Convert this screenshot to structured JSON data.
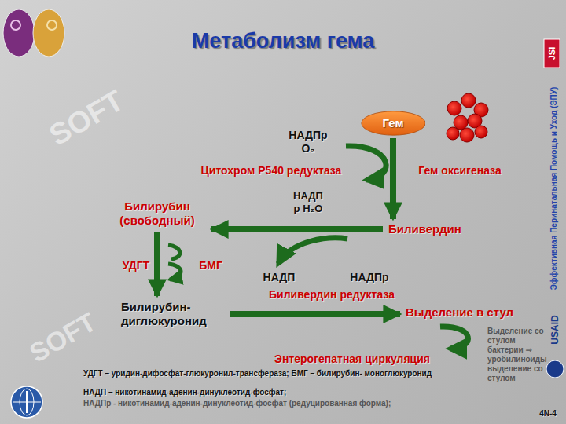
{
  "diagram": {
    "title": "Метаболизм гема",
    "nodes": [
      {
        "text": [
          "Гем"
        ]
      },
      {
        "text": [
          "Биливердин"
        ]
      },
      {
        "text": [
          "Билирубин (свободный)"
        ]
      },
      {
        "text": [
          "Билирубин-диглюкуронид"
        ]
      },
      {
        "text": [
          "Выделение в стул"
        ]
      }
    ],
    "edges": [
      {
        "from": 0,
        "to": 1,
        "arrow": "to"
      },
      {
        "from": 1,
        "to": 2,
        "arrow": "to"
      },
      {
        "from": 2,
        "to": 3,
        "arrow": "to"
      },
      {
        "from": 3,
        "to": 4,
        "arrow": "to"
      }
    ],
    "labels": [
      "НАДПр O₂",
      "Цитохром Р540 редуктаза",
      "Гем оксигеназа",
      "НАДП р Н₂О",
      "НАДП",
      "НАДПр",
      "Биливердин редуктаза",
      "УДГТ",
      "БМГ",
      "Энтерогепатная циркуляция",
      "Выделение со стулом бактерии ⇒ уробилиноиды выделение со стулом",
      "УДГТ – уридин-дифосфат-глюкуронил-трансфераза; БМГ – билирубин- моноглюкуронид",
      "НАДП – никотинамид-аденин-динуклеотид-фосфат;",
      "НАДПр - никотинамид-аденин-динуклеотид-фосфат (редуцированная форма);",
      "Эффективная Перинатальная Помощь и Уход (ЭПУ)",
      "JSI",
      "USAID",
      "4N-4",
      "SOFT",
      "SOFT"
    ]
  }
}
